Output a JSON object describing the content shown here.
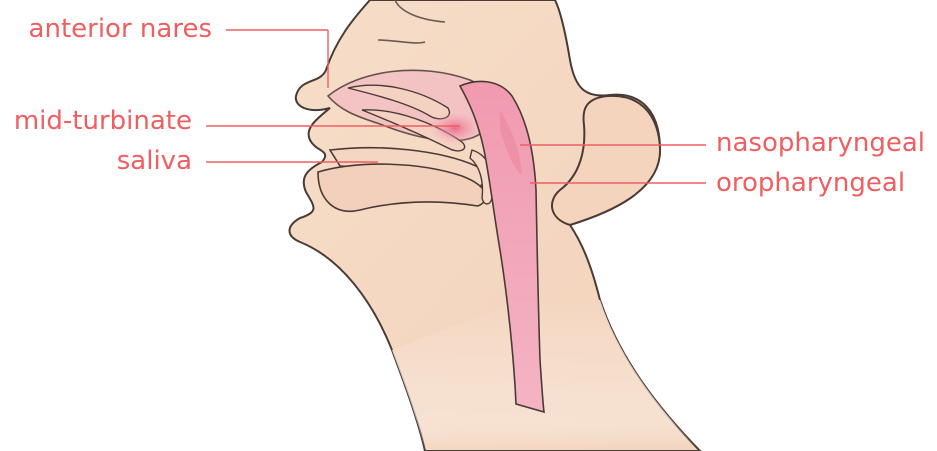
{
  "diagram": {
    "labels": {
      "anterior_nares": "anterior nares",
      "mid_turbinate": "mid-turbinate",
      "saliva": "saliva",
      "nasopharyngeal": "nasopharyngeal",
      "oropharyngeal": "oropharyngeal"
    },
    "colors": {
      "label_text": "#ef5f61",
      "leader_line": "#ef5f61",
      "skin": "#f5dcc6",
      "skin_outline": "#4a3a36",
      "airway": "#f2a8b8",
      "airway_highlight": "#ec7f96",
      "background": "#ffffff"
    }
  }
}
